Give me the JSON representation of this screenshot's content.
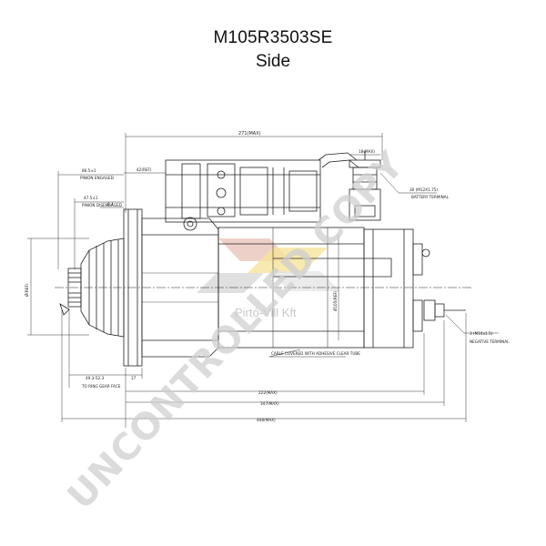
{
  "title": {
    "part_number": "M105R3503SE",
    "view": "Side"
  },
  "dimensions": {
    "overall_top": "271(MAX)",
    "terminal_offset": "18(MAX)",
    "pinion_engaged": "86.5±1",
    "pinion_engaged_label": "PINION ENGAGED",
    "ref_42": "42(REF)",
    "pinion_disengaged": "47.5±1",
    "pinion_disengaged_label": "PINION DISENGAGED",
    "value_64": "6.4",
    "battery_terminal": "30 (M12X1.75)",
    "battery_terminal_label": "BATTERY TERMINAL",
    "left_vertical": "Ø(REF)",
    "mid_vertical": "Ø105(REF)",
    "ring_gear": "49.3-52.3",
    "value_17": "17",
    "ring_gear_label": "TO RING GEAR FACE",
    "dim_222": "222(MAX)",
    "dim_347": "347(MAX)",
    "dim_408": "408(MAX)",
    "negative_terminal": "3 (M10x1.5)",
    "negative_terminal_label": "NEGATIVE TERMINAL",
    "cable_note": "CABLE COVERED WITH ADHESIVE CLEAR TUBE"
  },
  "watermark": {
    "text": "UNCONTROLLED COPY",
    "logo_text": "Pirtó-Vill Kft",
    "colors": {
      "gray": "#cfcfcf",
      "red": "#e8c8c0",
      "yellow": "#f4e08a"
    }
  },
  "line_color": "#222222"
}
